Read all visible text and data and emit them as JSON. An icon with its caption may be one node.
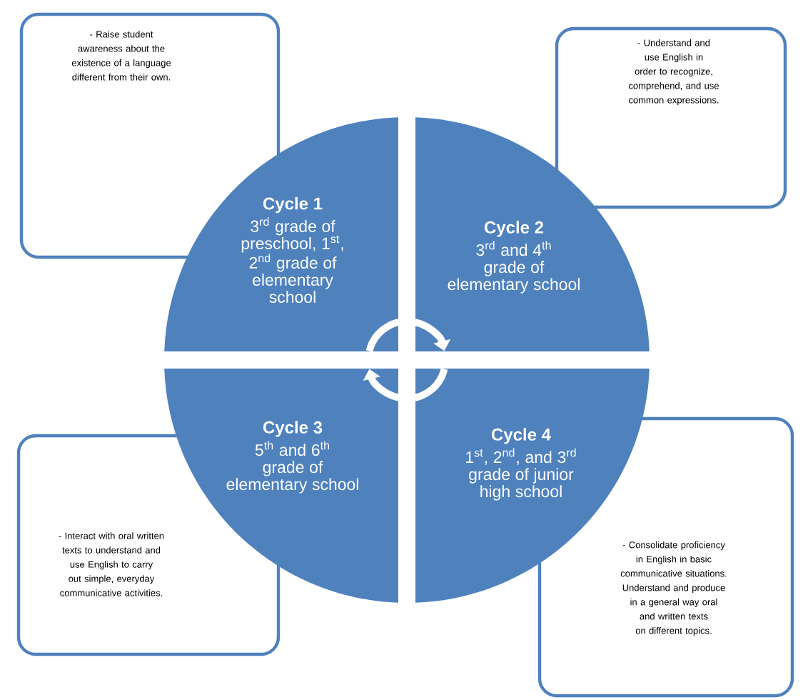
{
  "diagram": {
    "nodes": [
      {
        "text": [
          "Cycle 1",
          "3$^{rd}$ grade of preschool, 1$^{st}$, 2$^{nd}$ grade of elementary school"
        ]
      },
      {
        "text": [
          "Cycle 2",
          "3$^{rd}$ and 4$^{th}$ grade of elementary school"
        ]
      },
      {
        "text": [
          "Cycle 3",
          "5$^{th}$ and 6$^{th}$ grade of elementary school"
        ]
      },
      {
        "text": [
          "Cycle 4",
          "1$^{st}$, 2$^{nd}$, and 3$^{rd}$ grade of junior high school"
        ]
      },
      {
        "text": [
          "- Raise student awareness about the existence of a language different from their own."
        ]
      },
      {
        "text": [
          "- Understand and use English in order to recognize, comprehend, and use common expressions."
        ]
      },
      {
        "text": [
          "- Interact with oral written texts to understand and use English to carry out simple, everyday communicative activities."
        ]
      },
      {
        "text": [
          "- Consolidate proficiency in English in basic communicative situations. Understand and produce in a general way oral and written texts on different topics."
        ]
      }
    ],
    "edges": [
      {
        "from": 0,
        "to": 1,
        "arrow": "to"
      },
      {
        "from": 3,
        "to": 2,
        "arrow": "to"
      }
    ]
  }
}
